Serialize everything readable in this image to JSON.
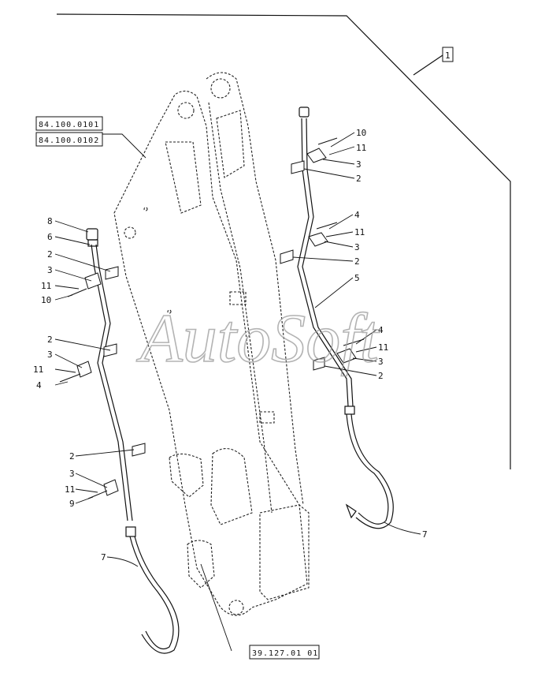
{
  "diagram": {
    "group_label": "1",
    "refs": {
      "top_a": "84.100.0101",
      "top_b": "84.100.0102",
      "bottom": "39.127.01 01"
    },
    "watermark": "AutoSoft",
    "callouts": {
      "right": [
        "10",
        "11",
        "3",
        "2",
        "4",
        "11",
        "3",
        "2",
        "5",
        "4",
        "11",
        "3",
        "2",
        "7"
      ],
      "left": [
        "8",
        "6",
        "2",
        "3",
        "11",
        "10",
        "2",
        "3",
        "11",
        "4",
        "2",
        "3",
        "11",
        "9",
        "7"
      ]
    }
  }
}
